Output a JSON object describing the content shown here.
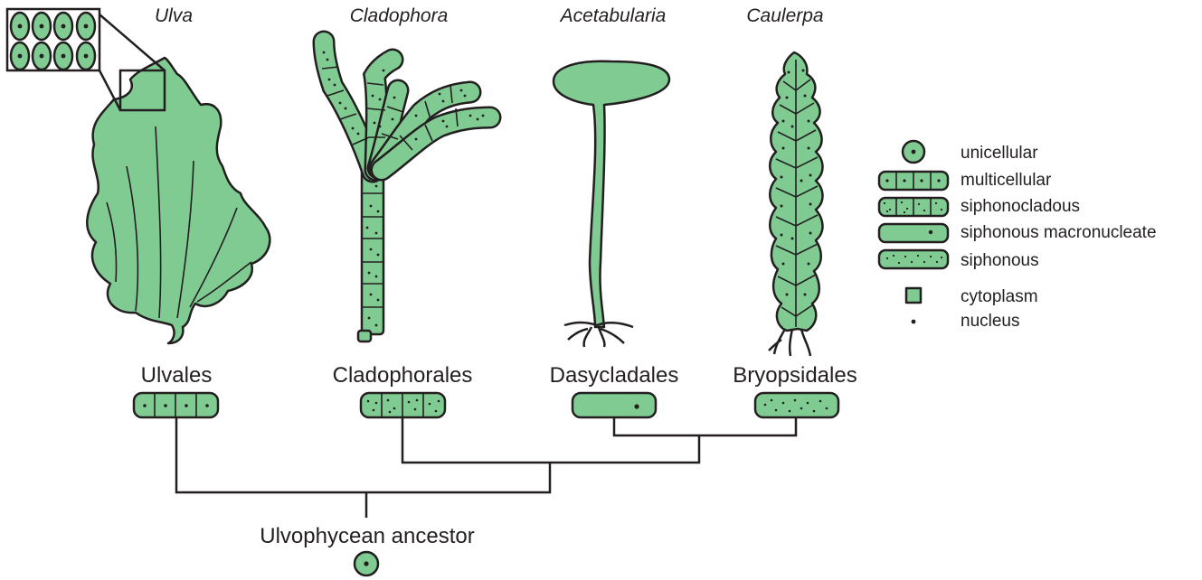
{
  "species": {
    "ulva": "Ulva",
    "cladophora": "Cladophora",
    "acetabularia": "Acetabularia",
    "caulerpa": "Caulerpa"
  },
  "groups": {
    "ulvales": "Ulvales",
    "cladophorales": "Cladophorales",
    "dasycladales": "Dasycladales",
    "bryopsidales": "Bryopsidales"
  },
  "ancestor": "Ulvophycean ancestor",
  "legend": {
    "unicellular": "unicellular",
    "multicellular": "multicellular",
    "siphonocladous": "siphonocladous",
    "siphonous_macronucleate": "siphonous macronucleate",
    "siphonous": "siphonous",
    "cytoplasm": "cytoplasm",
    "nucleus": "nucleus"
  },
  "colors": {
    "cytoplasm_green": "#7fcb92",
    "outline": "#231f20"
  }
}
